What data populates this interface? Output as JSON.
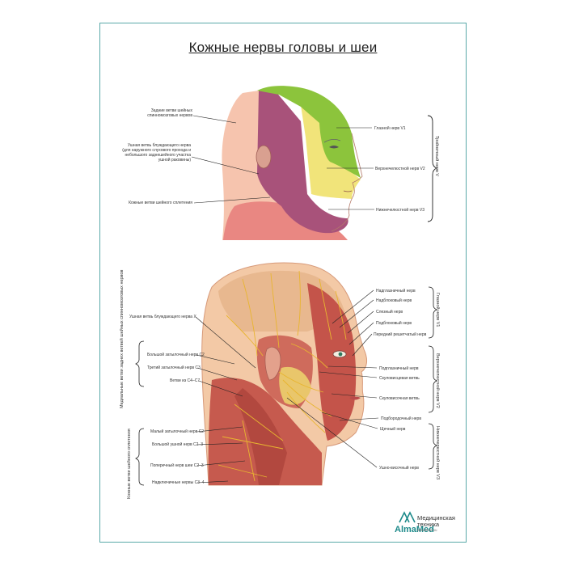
{
  "title": "Кожные нервы головы и шеи",
  "top_diagram": {
    "left_labels": [
      "Задние ветви шейных спинномозговых нервов",
      "Ушная ветвь блуждающего нерва (для наружного слухового прохода и небольшого заднешейного участка ушной раковины)",
      "Кожные ветви шейного сплетения"
    ],
    "right_labels": [
      "Глазной нерв V1",
      "Верхнечелюстной нерв V2",
      "Нижнечелюстной нерв V3"
    ],
    "bracket_label": "Тройничный нерв V"
  },
  "bottom_diagram": {
    "left_labels": [
      "Ушная ветвь блуждающего нерва X",
      "Большой затылочный нерв C2",
      "Третий затылочный нерв C3",
      "Ветви из C4–C7",
      "Малый затылочный нерв C2",
      "Большой ушной нерв C2–3",
      "Поперечный нерв шеи C2–3",
      "Надключичные нервы C3–4"
    ],
    "left_brackets": [
      "Медиальные ветви задних ветвей шейных спинномозговых нервов",
      "Кожные ветви шейного сплетения"
    ],
    "right_labels": [
      "Надглазничный нерв",
      "Надблоковый нерв",
      "Слезный нерв",
      "Подблоковый нерв",
      "Передний решетчатый нерв",
      "Подглазничный нерв",
      "Скуловисцевая ветвь",
      "Скуловисочная ветвь",
      "Подбородочный нерв",
      "Щечный нерв",
      "Ушно-височный нерв"
    ],
    "right_brackets": [
      "Глазной нерв V1",
      "Верхнечелюстной нерв V2",
      "Нижнечелюстной нерв V3"
    ]
  },
  "brand": {
    "name": "AlmaMed",
    "tagline_1": "Медицинская",
    "tagline_2": "техника",
    "url": "almamed.su"
  },
  "colors": {
    "frame": "#5aa9a8",
    "v1_green": "#8cc43c",
    "v2_yellow": "#f1e47a",
    "v3_purple": "#a8527a",
    "neck_pink": "#e8857f",
    "back_peach": "#f6c4ae",
    "muscle": "#c4544a",
    "nerve": "#e8b530"
  }
}
